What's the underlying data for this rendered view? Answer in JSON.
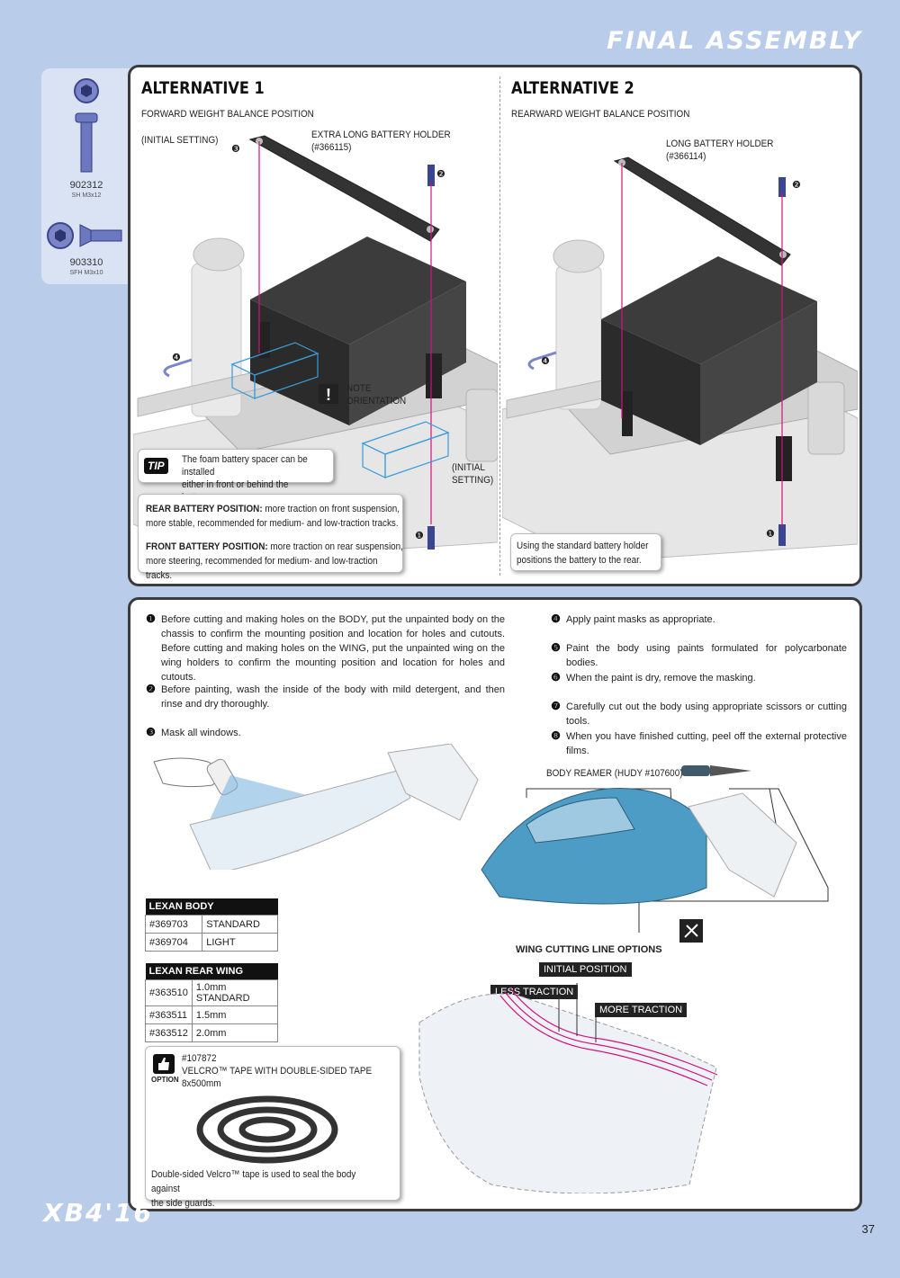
{
  "header": {
    "title": "FINAL ASSEMBLY"
  },
  "parts": [
    {
      "code": "902312",
      "desc": "SH M3x12"
    },
    {
      "code": "903310",
      "desc": "SFH M3x10"
    }
  ],
  "alt1": {
    "title": "ALTERNATIVE 1",
    "subtitle": "FORWARD WEIGHT BALANCE POSITION",
    "initial": "(INITIAL SETTING)",
    "holder_line1": "EXTRA LONG BATTERY HOLDER",
    "holder_line2": "(#366115)",
    "note_line1": "NOTE",
    "note_line2": "ORIENTATION",
    "initial2_line1": "(INITIAL",
    "initial2_line2": "SETTING)",
    "tip_badge": "TIP",
    "tip_line1": "The foam battery spacer can be installed",
    "tip_line2": "either in front or behind the battery.",
    "rear_label": "REAR BATTERY POSITION:",
    "rear_text1": " more traction on front suspension,",
    "rear_text2": "more stable, recommended for medium- and low-traction tracks.",
    "front_label": "FRONT BATTERY POSITION:",
    "front_text1": " more traction on rear suspension,",
    "front_text2": "more steering, recommended for medium- and low-traction tracks.",
    "callouts": [
      "❸",
      "❷",
      "❹",
      "❶"
    ]
  },
  "alt2": {
    "title": "ALTERNATIVE 2",
    "subtitle": "REARWARD WEIGHT BALANCE POSITION",
    "holder_line1": "LONG BATTERY HOLDER",
    "holder_line2": "(#366114)",
    "note_line1": "Using the standard battery holder",
    "note_line2": "positions the battery to the rear.",
    "callouts": [
      "❷",
      "❹",
      "❶"
    ]
  },
  "steps_left": [
    {
      "n": "❶",
      "text": "Before cutting and making holes on the BODY, put the unpainted body on the chassis to confirm the mounting position and location for holes and cutouts. Before cutting and making holes on the WING, put the unpainted wing on the wing holders to confirm the mounting position and location for holes and cutouts."
    },
    {
      "n": "❷",
      "text": "Before painting, wash the inside of the body with mild detergent, and then rinse and dry thoroughly."
    },
    {
      "n": "❸",
      "text": "Mask all windows."
    }
  ],
  "steps_right": [
    {
      "n": "❹",
      "text": "Apply paint masks as appropriate."
    },
    {
      "n": "❺",
      "text": "Paint the body using paints formulated for polycarbonate bodies."
    },
    {
      "n": "❻",
      "text": "When the paint is dry, remove the masking."
    },
    {
      "n": "❼",
      "text": "Carefully cut out the body using appropriate scissors or cutting tools."
    },
    {
      "n": "❽",
      "text": "When you have finished cutting, peel off the external protective films."
    }
  ],
  "reamer": "BODY REAMER (HUDY #107600)",
  "lexan_body": {
    "header": "LEXAN BODY",
    "rows": [
      [
        "#369703",
        "STANDARD"
      ],
      [
        "#369704",
        "LIGHT"
      ]
    ]
  },
  "lexan_wing": {
    "header": "LEXAN REAR WING",
    "rows": [
      [
        "#363510",
        "1.0mm  STANDARD"
      ],
      [
        "#363511",
        "1.5mm"
      ],
      [
        "#363512",
        "2.0mm"
      ]
    ]
  },
  "option": {
    "badge": "OPTION",
    "code": "#107872",
    "name": "VELCRO™ TAPE WITH DOUBLE-SIDED TAPE 8x500mm",
    "desc_line1": "Double-sided Velcro™ tape is used to seal the body against",
    "desc_line2": "the side guards."
  },
  "wing_options": {
    "title": "WING CUTTING LINE OPTIONS",
    "initial": "INITIAL POSITION",
    "less": "LESS TRACTION",
    "more": "MORE TRACTION"
  },
  "footer": {
    "logo": "XB4'16",
    "page": "37"
  },
  "colors": {
    "background": "#b9cce9",
    "accent": "#d1137f",
    "body_blue": "#4d9cc6"
  }
}
